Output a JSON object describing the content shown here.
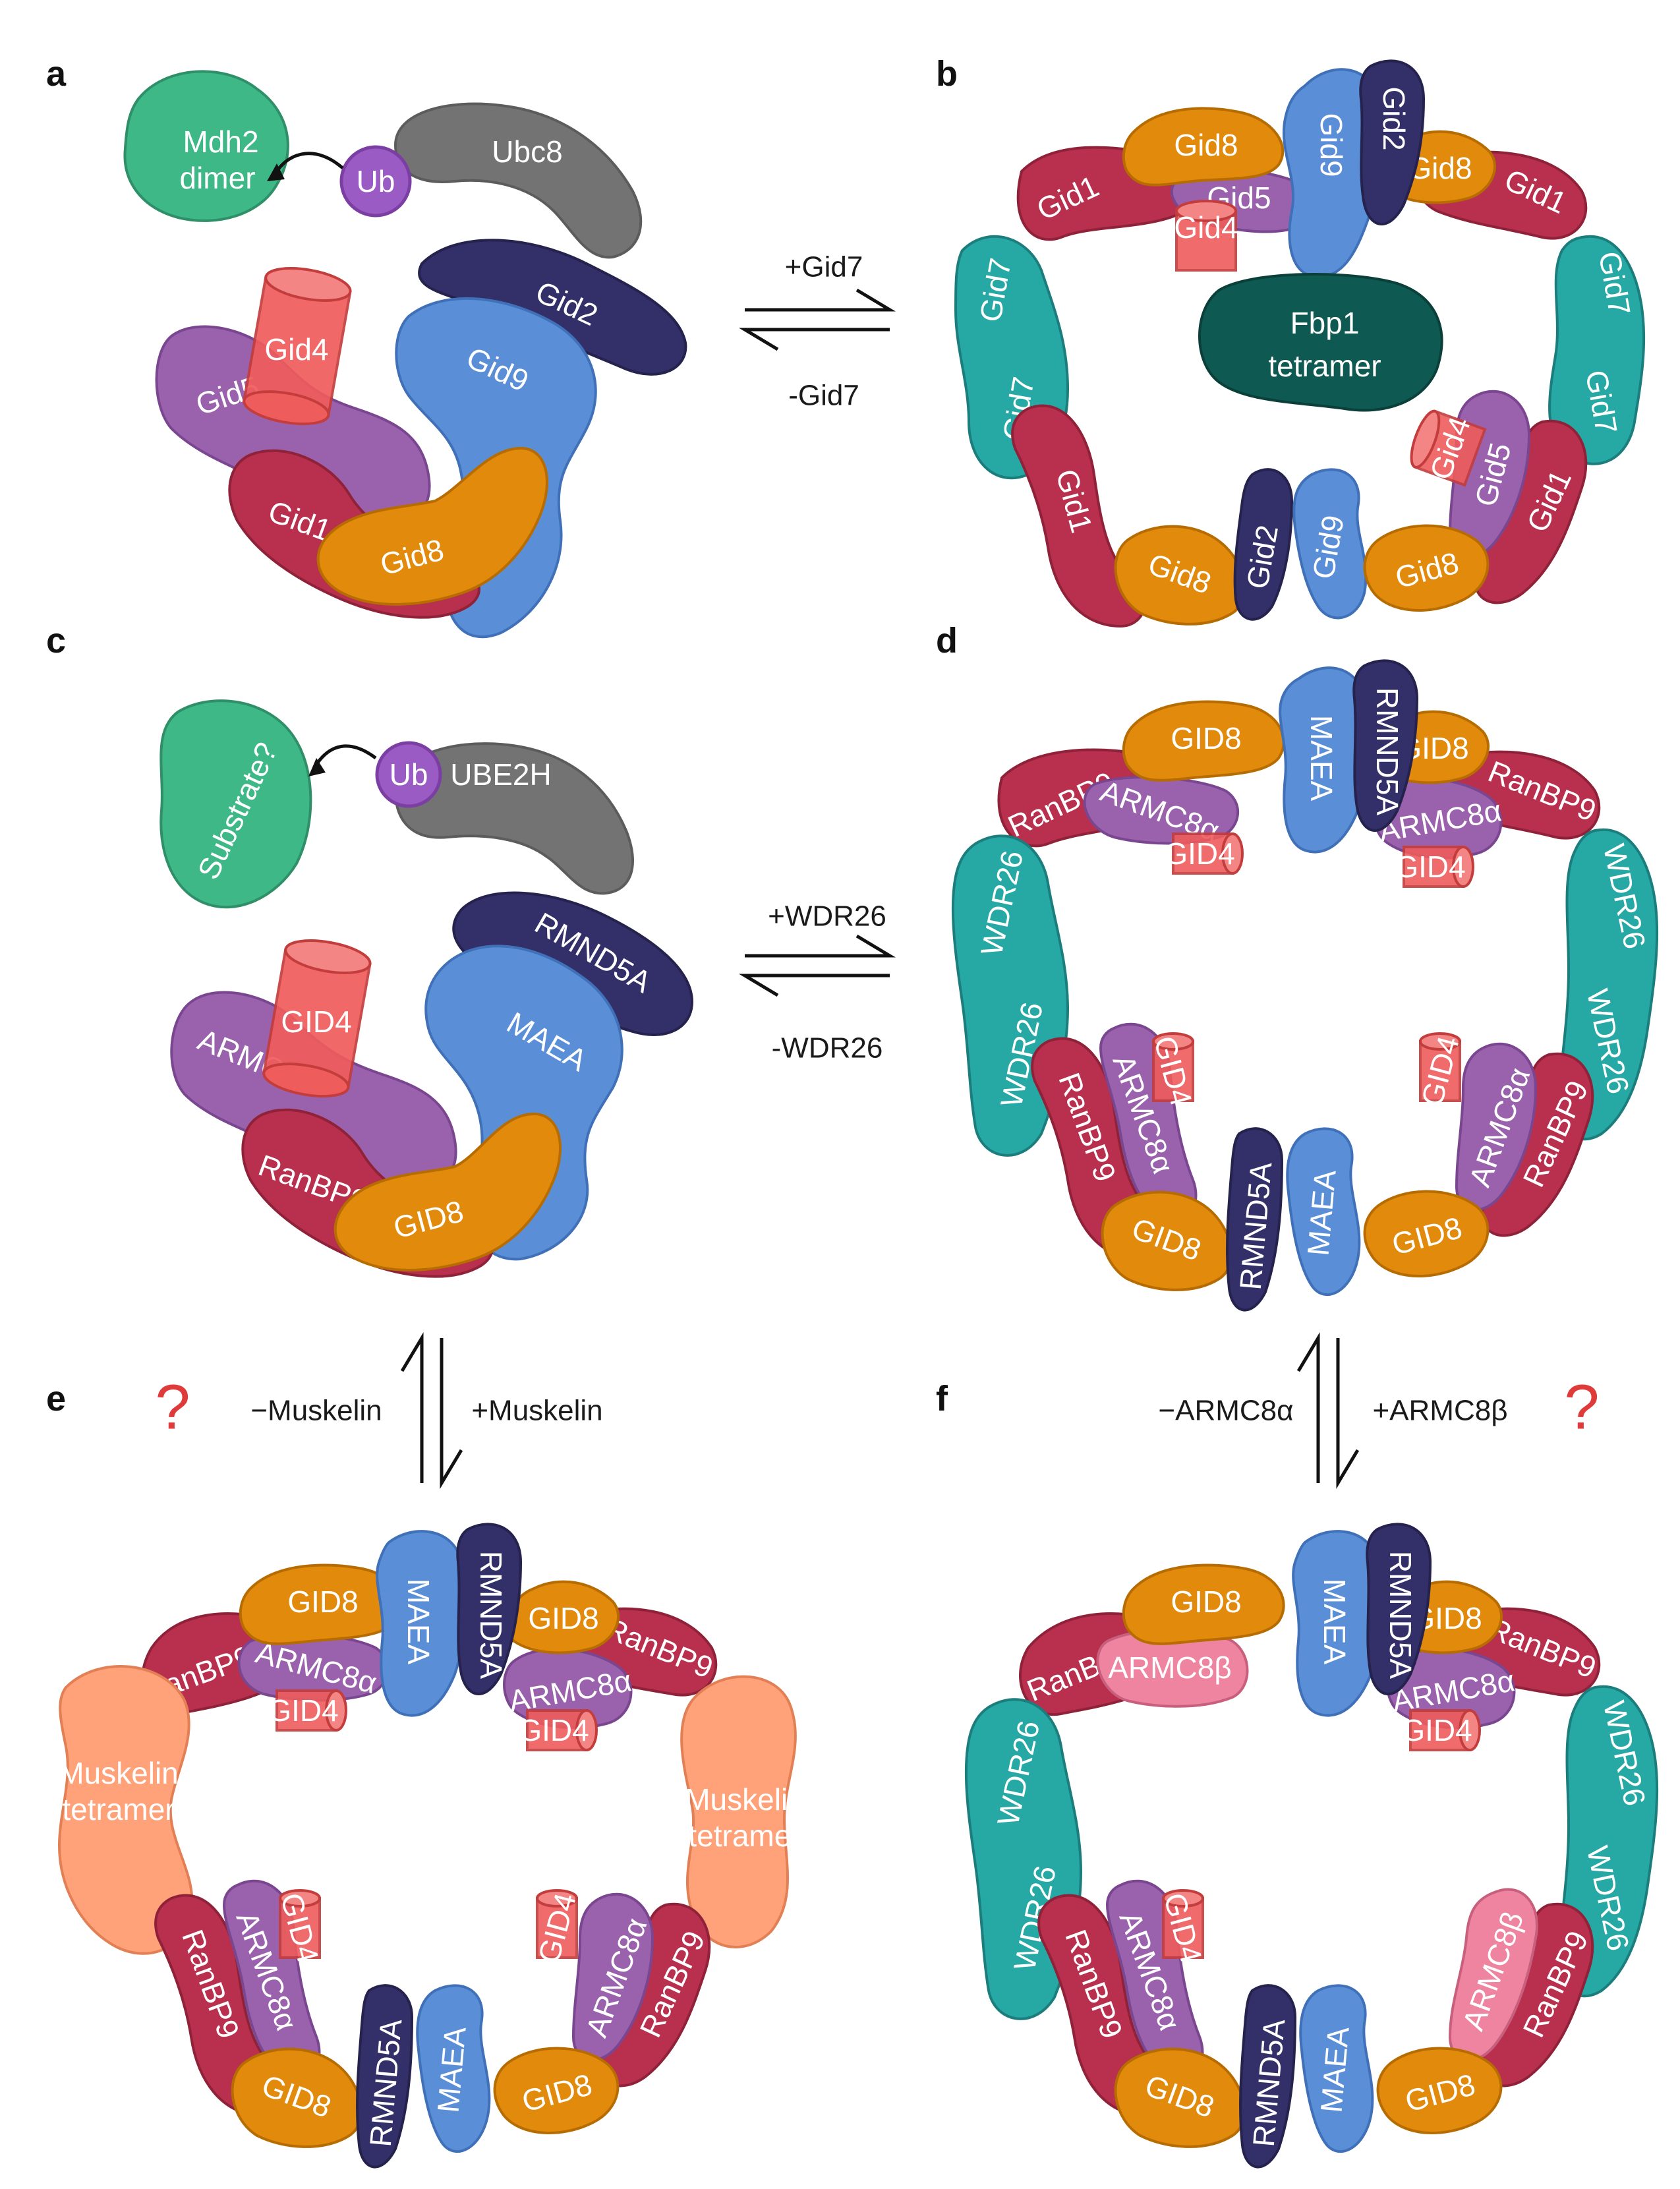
{
  "panels": {
    "a": {
      "letter": "a",
      "substrate": [
        "Mdh2",
        "dimer"
      ],
      "ub": "Ub",
      "e2": "Ubc8",
      "subunits": {
        "gid1": "Gid1",
        "gid2": "Gid2",
        "gid4": "Gid4",
        "gid5": "Gid5",
        "gid8": "Gid8",
        "gid9": "Gid9"
      }
    },
    "b": {
      "letter": "b",
      "substrate": [
        "Fbp1",
        "tetramer"
      ],
      "subunits": {
        "gid1": "Gid1",
        "gid2": "Gid2",
        "gid4": "Gid4",
        "gid5": "Gid5",
        "gid7": "Gid7",
        "gid8": "Gid8",
        "gid9": "Gid9"
      }
    },
    "c": {
      "letter": "c",
      "substrate": "Substrate?",
      "ub": "Ub",
      "e2": "UBE2H",
      "subunits": {
        "ranbp9": "RanBP9",
        "rmnd5a": "RMND5A",
        "gid4": "GID4",
        "armc8a": "ARMC8α",
        "gid8": "GID8",
        "maea": "MAEA"
      }
    },
    "d": {
      "letter": "d",
      "subunits": {
        "ranbp9": "RanBP9",
        "rmnd5a": "RMND5A",
        "gid4": "GID4",
        "armc8a": "ARMC8α",
        "gid8": "GID8",
        "maea": "MAEA",
        "wdr26": "WDR26"
      }
    },
    "e": {
      "letter": "e",
      "question": "?",
      "muskelin": [
        "Muskelin",
        "tetramer"
      ],
      "subunits": {
        "ranbp9": "RanBP9",
        "rmnd5a": "RMND5A",
        "gid4": "GID4",
        "armc8a": "ARMC8α",
        "gid8": "GID8",
        "maea": "MAEA"
      }
    },
    "f": {
      "letter": "f",
      "question": "?",
      "subunits": {
        "ranbp9": "RanBP9",
        "rmnd5a": "RMND5A",
        "gid4": "GID4",
        "armc8a": "ARMC8α",
        "armc8b": "ARMC8β",
        "gid8": "GID8",
        "maea": "MAEA",
        "wdr26": "WDR26"
      }
    }
  },
  "equilibria": {
    "ab": {
      "plus": "+Gid7",
      "minus": "-Gid7"
    },
    "cd": {
      "plus": "+WDR26",
      "minus": "-WDR26"
    },
    "ce": {
      "minus": "−Muskelin",
      "plus": "+Muskelin"
    },
    "df": {
      "minus": "−ARMC8α",
      "plus": "+ARMC8β"
    }
  },
  "colors": {
    "gid1": "#b8304e",
    "gid2": "#332f68",
    "gid4": "#ef5c5c",
    "gid5": "#9a62ad",
    "gid7": "#26a8a5",
    "gid8": "#e28a0b",
    "gid9": "#5a8fd8",
    "armc8b": "#ef84a0",
    "ubc8": "#737373",
    "ub": "#9a5cc4",
    "substrate_green": "#3fb887",
    "fbp1": "#0e5a52",
    "muskelin": "#ffa27a",
    "question": "#e03b3b"
  }
}
